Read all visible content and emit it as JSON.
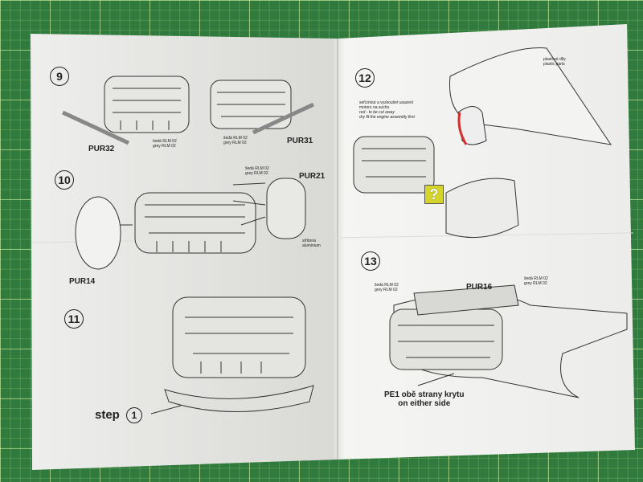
{
  "steps": {
    "s9": {
      "number": "9",
      "parts": [
        "PUR32",
        "PUR31"
      ],
      "paint_cz": "šedá RLM 02",
      "paint_en": "grey RLM 02"
    },
    "s10": {
      "number": "10",
      "parts": [
        "PUR21",
        "PUR14"
      ],
      "paint_cz": "šedá RLM 02",
      "paint_en": "grey RLM 02",
      "silver": "stříbrná aluminium"
    },
    "s11": {
      "number": "11",
      "step_label": "step",
      "step_ref": "1"
    },
    "s12": {
      "number": "12",
      "plastic_cz": "plastové díly",
      "plastic_en": "plastic parts",
      "note_cz1": "seříznout a vyzkoušet usazení",
      "note_cz2": "motoru na sucho",
      "note_en1": "red - to be cut away",
      "note_en2": "dry fit the engine assembly first",
      "question": "?"
    },
    "s13": {
      "number": "13",
      "part": "PUR16",
      "paint_cz": "šedá RLM 02",
      "paint_en": "grey RLM 02",
      "pe_note1": "PE1 obě strany krytu",
      "pe_note2": "on either side"
    }
  },
  "colors": {
    "mat": "#2f7a3c",
    "paper": "#f4f4f2",
    "cut_line": "#d23030",
    "question_box": "#d4d42a"
  }
}
